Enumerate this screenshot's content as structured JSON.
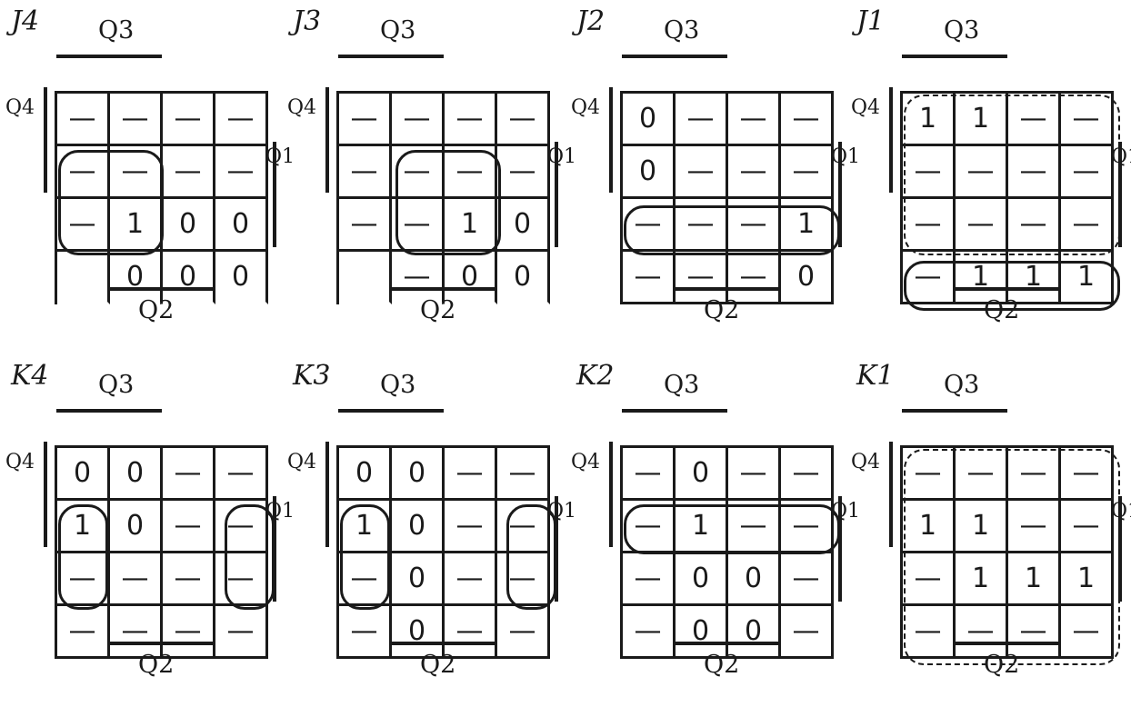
{
  "row_variable": "Q4",
  "row_variable_right": "Q1",
  "column_variable_top": "Q3",
  "column_variable_bottom": "Q2",
  "maps": [
    {
      "title": "J4",
      "cells": [
        [
          "—",
          "—",
          "—",
          "—"
        ],
        [
          "—",
          "—",
          "—",
          "—"
        ],
        [
          "—",
          "1",
          "0",
          "0"
        ],
        [
          "",
          "0",
          "0",
          "0"
        ]
      ],
      "loops": [
        {
          "r": 1,
          "c": 0,
          "h": 2,
          "w": 2
        }
      ],
      "open_bottom": true
    },
    {
      "title": "J3",
      "cells": [
        [
          "—",
          "—",
          "—",
          "—"
        ],
        [
          "—",
          "—",
          "—",
          "—"
        ],
        [
          "—",
          "—",
          "1",
          "0"
        ],
        [
          "",
          "—",
          "0",
          "0"
        ]
      ],
      "loops": [
        {
          "r": 1,
          "c": 1,
          "h": 2,
          "w": 2
        }
      ],
      "open_bottom": true
    },
    {
      "title": "J2",
      "cells": [
        [
          "0",
          "—",
          "—",
          "—"
        ],
        [
          "0",
          "—",
          "—",
          "—"
        ],
        [
          "—",
          "—",
          "—",
          "1"
        ],
        [
          "—",
          "—",
          "—",
          "0"
        ]
      ],
      "loops": [
        {
          "r": 2,
          "c": 0,
          "h": 1,
          "w": 4
        }
      ],
      "open_bottom": false
    },
    {
      "title": "J1",
      "cells": [
        [
          "1",
          "1",
          "—",
          "—"
        ],
        [
          "—",
          "—",
          "—",
          "—"
        ],
        [
          "—",
          "—",
          "—",
          "—"
        ],
        [
          "—",
          "1",
          "1",
          "1"
        ]
      ],
      "loops": [
        {
          "r": 0,
          "c": 0,
          "h": 3,
          "w": 4,
          "dashed": true
        },
        {
          "r": 3,
          "c": 0,
          "h": 1,
          "w": 4
        }
      ],
      "open_bottom": false
    },
    {
      "title": "K4",
      "cells": [
        [
          "0",
          "0",
          "—",
          "—"
        ],
        [
          "1",
          "0",
          "—",
          "—"
        ],
        [
          "—",
          "—",
          "—",
          "—"
        ],
        [
          "—",
          "—",
          "—",
          "—"
        ]
      ],
      "loops": [
        {
          "r": 1,
          "c": 0,
          "h": 2,
          "w": 1
        },
        {
          "r": 1,
          "c": 3,
          "h": 2,
          "w": 1
        }
      ],
      "open_bottom": false
    },
    {
      "title": "K3",
      "cells": [
        [
          "0",
          "0",
          "—",
          "—"
        ],
        [
          "1",
          "0",
          "—",
          "—"
        ],
        [
          "—",
          "0",
          "—",
          "—"
        ],
        [
          "—",
          "0",
          "—",
          "—"
        ]
      ],
      "loops": [
        {
          "r": 1,
          "c": 0,
          "h": 2,
          "w": 1
        },
        {
          "r": 1,
          "c": 3,
          "h": 2,
          "w": 1
        }
      ],
      "open_bottom": false
    },
    {
      "title": "K2",
      "cells": [
        [
          "—",
          "0",
          "—",
          "—"
        ],
        [
          "—",
          "1",
          "—",
          "—"
        ],
        [
          "—",
          "0",
          "0",
          "—"
        ],
        [
          "—",
          "0",
          "0",
          "—"
        ]
      ],
      "loops": [
        {
          "r": 1,
          "c": 0,
          "h": 1,
          "w": 4
        }
      ],
      "open_bottom": false
    },
    {
      "title": "K1",
      "cells": [
        [
          "—",
          "—",
          "—",
          "—"
        ],
        [
          "1",
          "1",
          "—",
          "—"
        ],
        [
          "—",
          "1",
          "1",
          "1"
        ],
        [
          "—",
          "—",
          "—",
          "—"
        ]
      ],
      "loops": [
        {
          "r": 0,
          "c": 0,
          "h": 4,
          "w": 4,
          "dashed": true
        }
      ],
      "open_bottom": false
    }
  ]
}
